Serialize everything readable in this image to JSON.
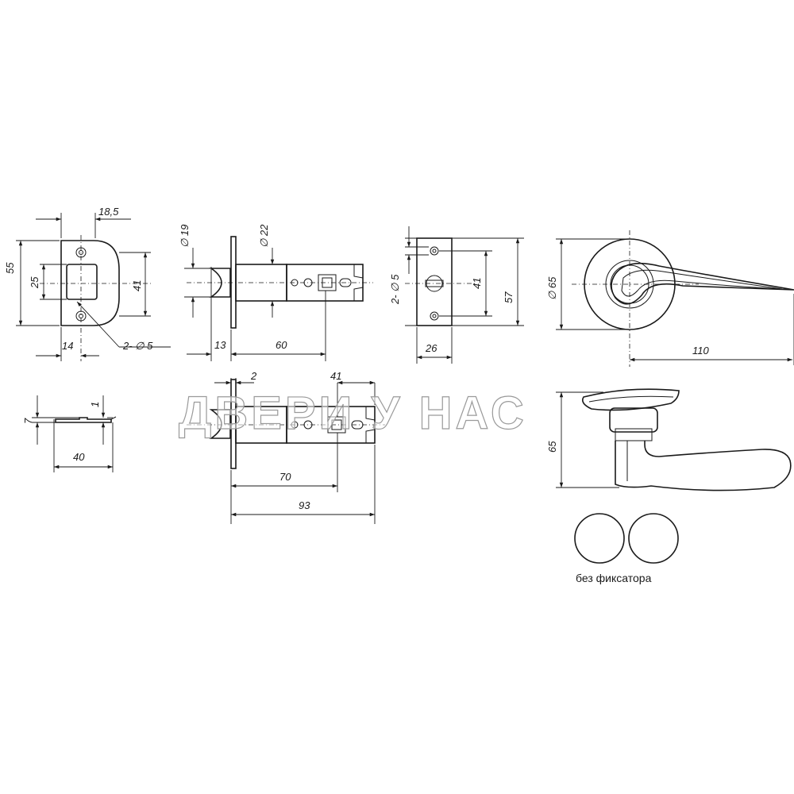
{
  "drawing": {
    "strike_plate": {
      "width_dim": "18,5",
      "height_dim": "55",
      "inner_dim": "25",
      "slot_dim": "41",
      "holes_dim": "2- ∅ 5",
      "depth_dim": "14"
    },
    "latch_side_view": {
      "dim_a": "19",
      "dim_b": "22",
      "flange_dim": "13",
      "backset_dim": "60"
    },
    "latch_face_plate": {
      "holes_dim": "2- ∅ 5",
      "inner_dim": "41",
      "outer_dim": "57",
      "width_dim": "26"
    },
    "handle_front": {
      "rosette_dim": "∅ 65",
      "length_dim": "110"
    },
    "strike_side": {
      "thickness_dim": "7",
      "lip_dim": "1",
      "length_dim": "40"
    },
    "latch_extended": {
      "gap_dim": "2",
      "offset_dim": "41",
      "backset_dim": "70",
      "total_dim": "93"
    },
    "handle_side": {
      "height_dim": "65"
    },
    "rosettes": {
      "caption": "без фиксатора"
    },
    "watermark": "ДВЕРИ У НАС"
  },
  "colors": {
    "line": "#1a1a1a",
    "background": "#ffffff",
    "watermark_stroke": "#9a9a9a"
  }
}
